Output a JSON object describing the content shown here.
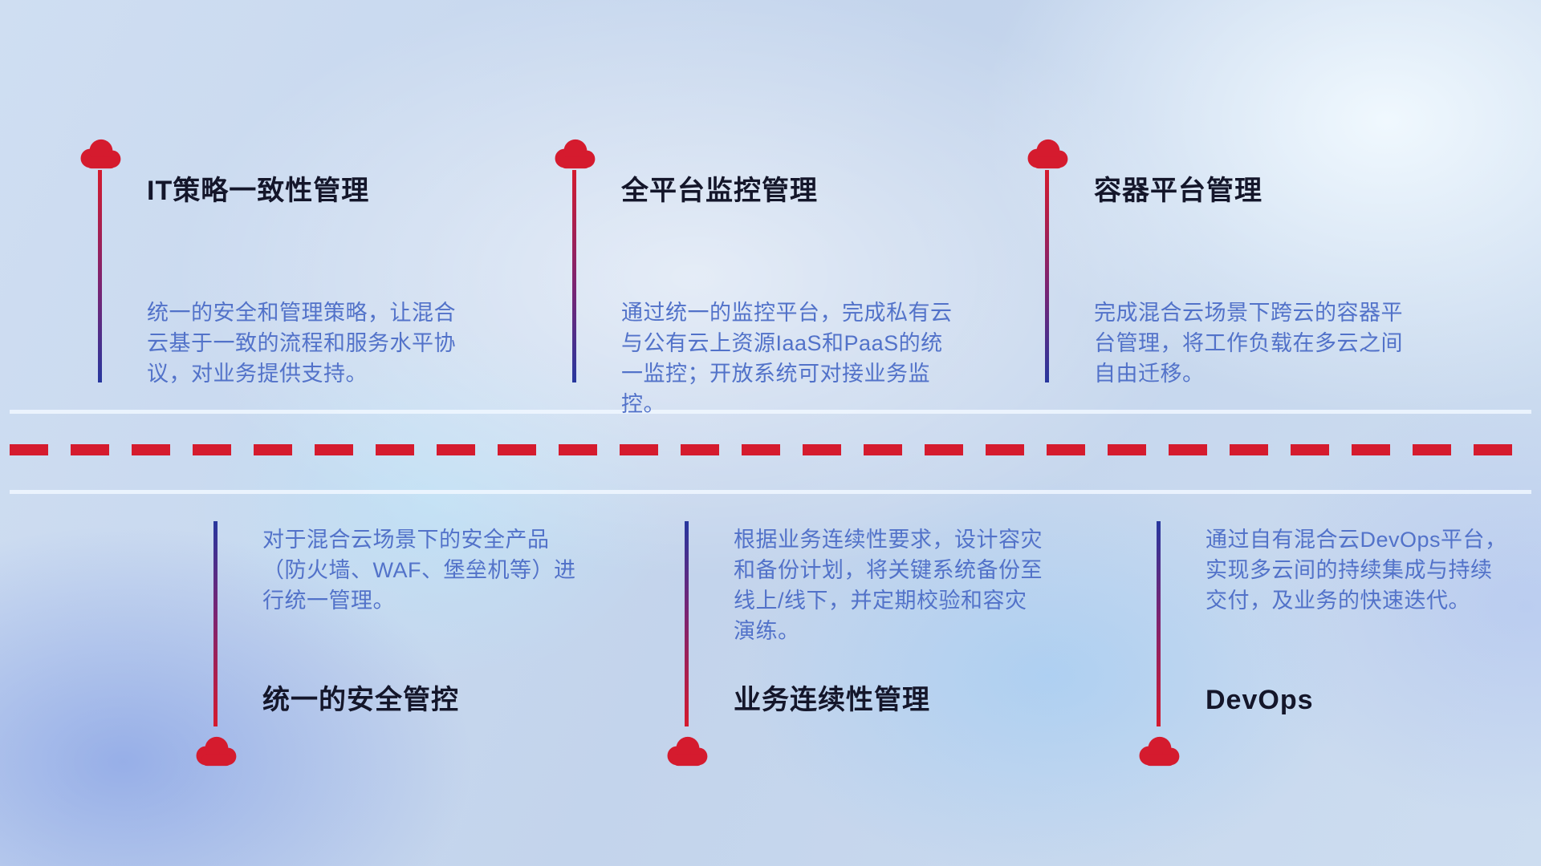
{
  "colors": {
    "accent-red": "#d51b2e",
    "accent-blue": "#27379e",
    "title-color": "#14162a",
    "desc-color": "#5272c9",
    "band-line-color": "rgba(240,247,255,0.85)"
  },
  "icons": {
    "cloud": "cloud-icon"
  },
  "top_row": [
    {
      "title": "IT策略一致性管理",
      "description": "统一的安全和管理策略，让混合\n云基于一致的流程和服务水平协\n议，对业务提供支持。"
    },
    {
      "title": "全平台监控管理",
      "description": "通过统一的监控平台，完成私有云\n与公有云上资源IaaS和PaaS的统\n一监控；开放系统可对接业务监控。"
    },
    {
      "title": "容器平台管理",
      "description": "完成混合云场景下跨云的容器平\n台管理，将工作负载在多云之间\n自由迁移。"
    }
  ],
  "bottom_row": [
    {
      "title": "统一的安全管控",
      "description": "对于混合云场景下的安全产品\n（防火墙、WAF、堡垒机等）进\n行统一管理。"
    },
    {
      "title": "业务连续性管理",
      "description": "根据业务连续性要求，设计容灾\n和备份计划，将关键系统备份至\n线上/线下，并定期校验和容灾\n演练。"
    },
    {
      "title": "DevOps",
      "description": "通过自有混合云DevOps平台，\n实现多云间的持续集成与持续\n交付，及业务的快速迭代。"
    }
  ]
}
